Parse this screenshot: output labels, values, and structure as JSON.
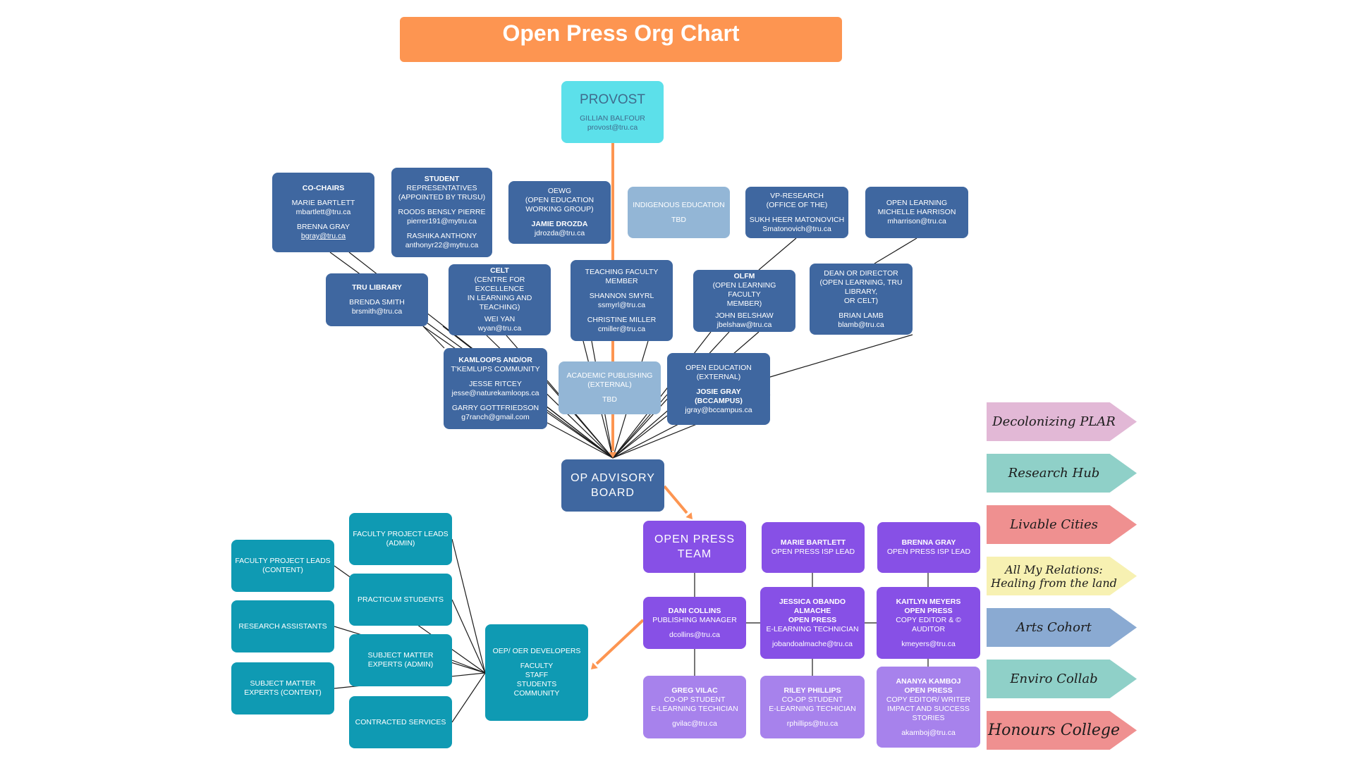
{
  "title": "Open Press Org Chart",
  "colors": {
    "title_bg": "#fd9551",
    "provost_bg": "#5ce0ea",
    "advisory_member_bg": "#3f67a0",
    "tbd_member_bg": "#93b6d6",
    "developer_bg": "#0f9ab3",
    "team_bg": "#8750e6",
    "team_student_bg": "#a782ec",
    "arrow": "#fd9551"
  },
  "provost": {
    "title": "PROVOST",
    "name": "GILLIAN BALFOUR",
    "email": "provost@tru.ca"
  },
  "advisory": {
    "co_chairs": {
      "title": "CO-CHAIRS",
      "name1": "MARIE BARTLETT",
      "email1": "mbartlett@tru.ca",
      "name2": "BRENNA GRAY",
      "email2": "bgray@tru.ca"
    },
    "student_reps": {
      "title1": "STUDENT",
      "title2": "REPRESENTATIVES",
      "title3": "(APPOINTED BY TRUSU)",
      "name1": "ROODS BENSLY PIERRE",
      "email1": "pierrer191@mytru.ca",
      "name2": "RASHIKA ANTHONY",
      "email2": "anthonyr22@mytru.ca"
    },
    "oewg": {
      "title1": "OEWG",
      "title2": "(OPEN EDUCATION",
      "title3": "WORKING GROUP)",
      "name": "JAMIE DROZDA",
      "email": "jdrozda@tru.ca"
    },
    "indigenous": {
      "title": "INDIGENOUS EDUCATION",
      "name": "TBD"
    },
    "vp_research": {
      "title1": "VP-RESEARCH",
      "title2": "(OFFICE OF THE)",
      "name": "SUKH HEER MATONOVICH",
      "email": "Smatonovich@tru.ca"
    },
    "open_learning": {
      "title": "OPEN LEARNING",
      "name": "MICHELLE HARRISON",
      "email": "mharrison@tru.ca"
    },
    "tru_library": {
      "title": "TRU LIBRARY",
      "name": "BRENDA SMITH",
      "email": "brsmith@tru.ca"
    },
    "celt": {
      "title1": "CELT",
      "title2": "(CENTRE FOR EXCELLENCE",
      "title3": "IN LEARNING AND",
      "title4": "TEACHING)",
      "name": "WEI YAN",
      "email": "wyan@tru.ca"
    },
    "teaching_faculty": {
      "title1": "TEACHING FACULTY",
      "title2": "MEMBER",
      "name1": "SHANNON SMYRL",
      "email1": "ssmyrl@tru.ca",
      "name2": "CHRISTINE MILLER",
      "email2": "cmiller@tru.ca"
    },
    "olfm": {
      "title1": "OLFM",
      "title2": "(OPEN LEARNING FACULTY",
      "title3": "MEMBER)",
      "name": "JOHN BELSHAW",
      "email": "jbelshaw@tru.ca"
    },
    "dean": {
      "title1": "DEAN OR DIRECTOR",
      "title2": "(OPEN LEARNING, TRU",
      "title3": "LIBRARY,",
      "title4": "OR CELT)",
      "name": "BRIAN LAMB",
      "email": "blamb@tru.ca"
    },
    "kamloops": {
      "title1": "KAMLOOPS AND/OR",
      "title2": "T'KEMLUPS COMMUNITY",
      "name1": "JESSE RITCEY",
      "email1": "jesse@naturekamloops.ca",
      "name2": "GARRY GOTTFRIEDSON",
      "email2": "g7ranch@gmail.com"
    },
    "academic_publishing": {
      "title1": "ACADEMIC PUBLISHING",
      "title2": "(EXTERNAL)",
      "name": "TBD"
    },
    "open_education": {
      "title1": "OPEN EDUCATION",
      "title2": "(EXTERNAL)",
      "name1": "JOSIE GRAY",
      "name2": "(BCCAMPUS)",
      "email": "jgray@bccampus.ca"
    }
  },
  "board": {
    "line1": "OP ADVISORY",
    "line2": "BOARD"
  },
  "developers": {
    "hub": {
      "title": "OEP/ OER DEVELOPERS",
      "line1": "FACULTY",
      "line2": "STAFF",
      "line3": "STUDENTS",
      "line4": "COMMUNITY"
    },
    "faculty_leads_admin": "FACULTY PROJECT LEADS (ADMIN)",
    "faculty_leads_content": "FACULTY PROJECT LEADS (CONTENT)",
    "practicum": "PRACTICUM STUDENTS",
    "research_assistants": "RESEARCH ASSISTANTS",
    "sme_admin": "SUBJECT MATTER EXPERTS (ADMIN)",
    "sme_content": "SUBJECT MATTER EXPERTS (CONTENT)",
    "contracted": "CONTRACTED SERVICES"
  },
  "team": {
    "header": {
      "line1": "OPEN PRESS",
      "line2": "TEAM"
    },
    "marie": {
      "name": "MARIE BARTLETT",
      "role": "OPEN PRESS ISP LEAD"
    },
    "brenna": {
      "name": "BRENNA GRAY",
      "role": "OPEN PRESS ISP LEAD"
    },
    "dani": {
      "name": "DANI COLLINS",
      "role": "PUBLISHING MANAGER",
      "email": "dcollins@tru.ca"
    },
    "jessica": {
      "name1": "JESSICA OBANDO",
      "name2": "ALMACHE",
      "org": "OPEN PRESS",
      "role": "E-LEARNING TECHNICIAN",
      "email": "jobandoalmache@tru.ca"
    },
    "kaitlyn": {
      "name": "KAITLYN MEYERS",
      "org": "OPEN PRESS",
      "role1": "COPY EDITOR & ©",
      "role2": "AUDITOR",
      "email": "kmeyers@tru.ca"
    },
    "greg": {
      "name": "GREG VILAC",
      "role1": "CO-OP STUDENT",
      "role2": "E-LEARNING TECHICIAN",
      "email": "gvilac@tru.ca"
    },
    "riley": {
      "name": "RILEY PHILLIPS",
      "role1": "CO-OP STUDENT",
      "role2": "E-LEARNING TECHICIAN",
      "email": "rphillips@tru.ca"
    },
    "ananya": {
      "name": "ANANYA KAMBOJ",
      "org": "OPEN PRESS",
      "role1": "COPY EDITOR/ WRITER",
      "role2": "IMPACT AND SUCCESS",
      "role3": "STORIES",
      "email": "akamboj@tru.ca"
    }
  },
  "tags": [
    {
      "label": "Decolonizing PLAR",
      "color": "#e2b8d6"
    },
    {
      "label": "Research Hub",
      "color": "#8fd0c8"
    },
    {
      "label": "Livable Cities",
      "color": "#ef9090"
    },
    {
      "label": "All My Relations: Healing from the land",
      "color": "#f7f1b2"
    },
    {
      "label": "Arts Cohort",
      "color": "#8aaad2"
    },
    {
      "label": "Enviro Collab",
      "color": "#8fd0c8"
    },
    {
      "label": "Honours College",
      "color": "#ef9090"
    }
  ]
}
